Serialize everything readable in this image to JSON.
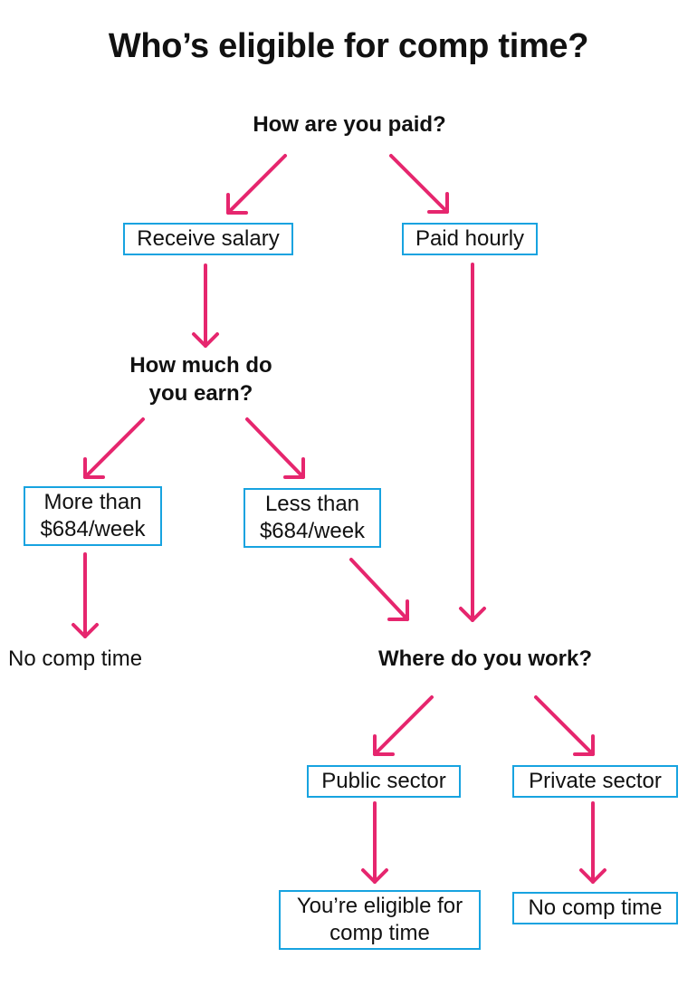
{
  "title": "Who’s eligible for comp time?",
  "nodes": {
    "q_paid": "How are you paid?",
    "salary": "Receive salary",
    "hourly": "Paid hourly",
    "q_earn_line1": "How much do",
    "q_earn_line2": "you earn?",
    "more_line1": "More than",
    "more_line2": "$684/week",
    "less_line1": "Less than",
    "less_line2": "$684/week",
    "no_comp_left": "No comp time",
    "q_work": "Where do you work?",
    "public": "Public sector",
    "private": "Private sector",
    "eligible_line1": "You’re eligible for",
    "eligible_line2": "comp time",
    "no_comp_right": "No comp time"
  },
  "colors": {
    "arrow": "#e6266e",
    "box_border": "#17a3e0"
  }
}
